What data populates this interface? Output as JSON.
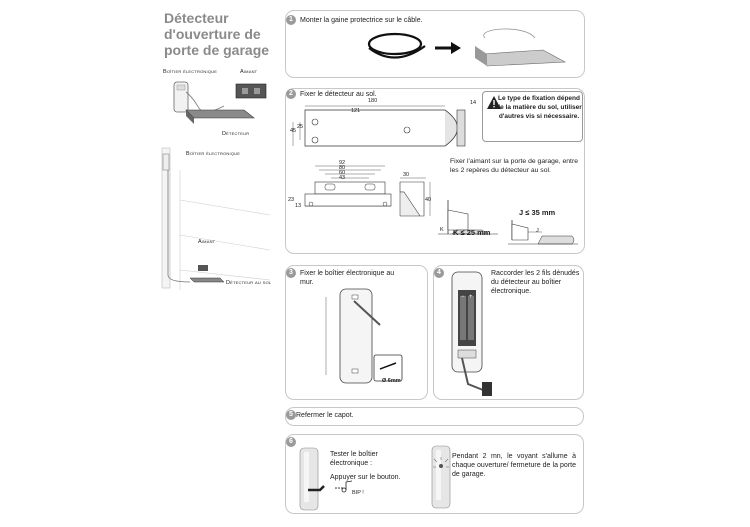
{
  "title": {
    "line1": "Détecteur",
    "line2": "d'ouverture de",
    "line3": "porte de garage"
  },
  "left_labels": {
    "boitier_top": "Boîtier électronique",
    "aimant_top": "Aimant",
    "detecteur": "Détecteur",
    "boitier_side": "Boîtier électronique",
    "aimant_side": "Aimant",
    "detecteur_sol": "Détecteur au sol"
  },
  "steps": [
    {
      "number": "1",
      "text": "Monter la gaine protectrice sur le câble."
    },
    {
      "number": "2",
      "text": "Fixer le détecteur au sol."
    },
    {
      "number": "3",
      "text": "Fixer le boîtier électronique au mur."
    },
    {
      "number": "4",
      "text": "Raccorder les 2 fils dénudés du détecteur au boîtier électronique."
    },
    {
      "number": "5",
      "text": "Refermer le capot."
    },
    {
      "number": "6",
      "text": "Tester le boîtier électronique :"
    }
  ],
  "step2": {
    "warning": "Le type de fixation dépend de la matière du sol, utiliser d'autres vis si nécessaire.",
    "magnet_text": "Fixer l'aimant sur la porte de garage, entre les 2 repères du détecteur au sol.",
    "dims": {
      "d180": "180",
      "d121": "121",
      "d14": "14",
      "d45": "45",
      "d25": "25",
      "d92": "92",
      "d80": "80",
      "d60": "60",
      "d43": "43",
      "d30": "30",
      "d40": "40",
      "d23": "23",
      "d13": "13"
    },
    "j_label": "J ≤ 35 mm",
    "k_label": "K ≤ 25 mm",
    "k_letter": "K",
    "j_letter": "J"
  },
  "step3": {
    "drill": "Ø 6mm"
  },
  "step6": {
    "press": "Appuyer sur le bouton.",
    "beep": "BIP !",
    "led_text": "Pendant 2 mn, le voyant s'allume à chaque ouverture/ fermeture de la porte de garage."
  }
}
